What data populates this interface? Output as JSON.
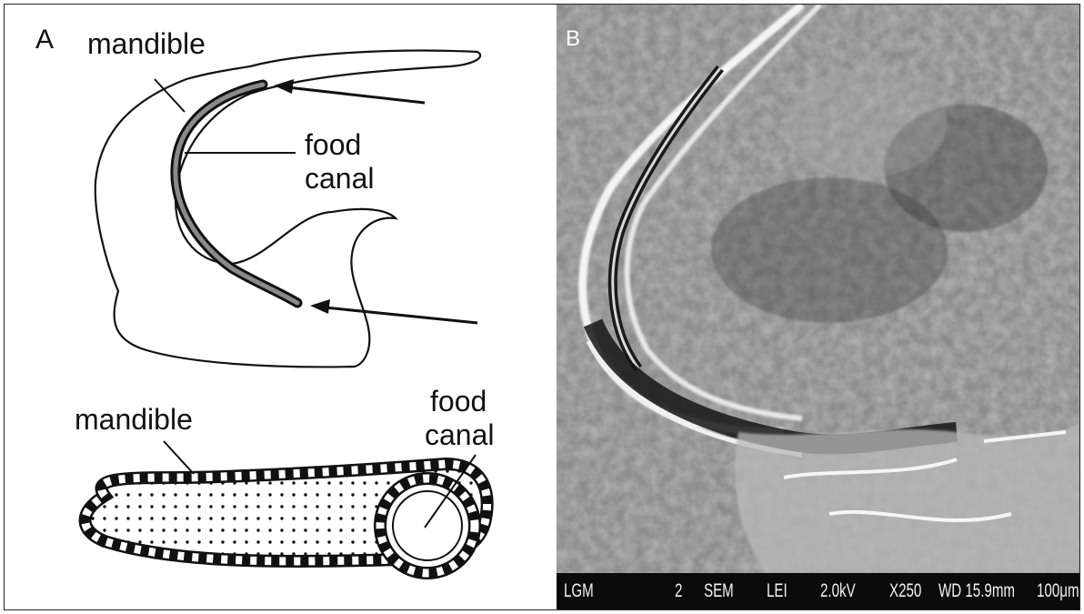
{
  "panel_a": {
    "letter": "A",
    "top_labels": {
      "mandible": "mandible",
      "food": "food",
      "canal": "canal"
    },
    "bottom_labels": {
      "mandible": "mandible",
      "food": "food",
      "canal": "canal"
    }
  },
  "panel_b": {
    "letter": "B",
    "sem_bar": {
      "lab": "LGM",
      "detector_no": "2",
      "mode": "SEM",
      "detector": "LEI",
      "voltage": "2.0kV",
      "magnification": "X250",
      "working_distance": "WD 15.9mm",
      "scale": "100μm"
    }
  }
}
